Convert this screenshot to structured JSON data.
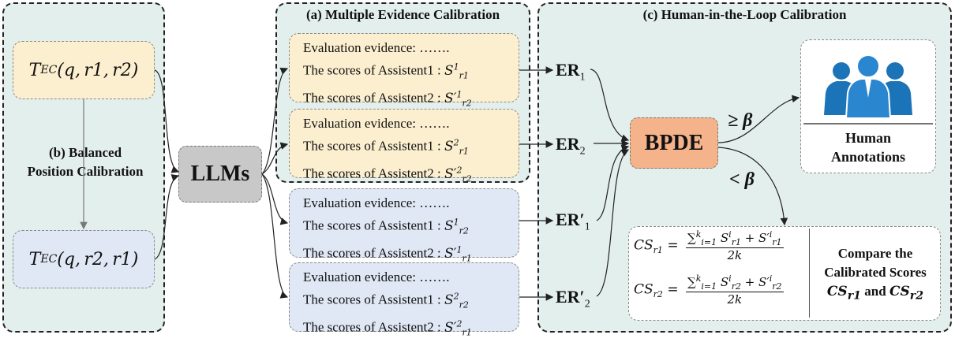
{
  "panels": {
    "a_title": "(a) Multiple Evidence Calibration",
    "b_title_line1": "(b) Balanced",
    "b_title_line2": "Position Calibration",
    "c_title": "(c) Human-in-the-Loop Calibration"
  },
  "templates": {
    "t1": "T_EC(q, r1, r2)",
    "t2": "T_EC(q, r2, r1)"
  },
  "llms_label": "LLMs",
  "bpde_label": "BPDE",
  "evidence_label": "Evaluation evidence: …….",
  "score_prefix_1": "The scores of Assistent1 : ",
  "score_prefix_2": "The scores of Assistent2 : ",
  "evidence_boxes": [
    {
      "s1": "S^1_r1",
      "s2": "S'^1_r2"
    },
    {
      "s1": "S^2_r1",
      "s2": "S'^2_r2"
    },
    {
      "s1": "S^1_r2",
      "s2": "S'^1_r1"
    },
    {
      "s1": "S^2_r2",
      "s2": "S'^2_r1"
    }
  ],
  "er_labels": [
    "ER_1",
    "ER_2",
    "ER'_1",
    "ER'_2"
  ],
  "thresholds": {
    "ge": "≥ β",
    "lt": "< β"
  },
  "human": {
    "line1": "Human",
    "line2": "Annotations"
  },
  "formulas": {
    "cs1": "CS_r1 = (Σ_{i=1}^{k} S^i_r1 + S'^i_r1) / 2k",
    "cs2": "CS_r2 = (Σ_{i=1}^{k} S^i_r2 + S'^i_r2) / 2k"
  },
  "compare": {
    "line1": "Compare the",
    "line2": "Calibrated Scores",
    "line3": "CS_r1 and CS_r2"
  },
  "colors": {
    "yellow": "#fcefd0",
    "blue": "#dfe8f4",
    "panel": "#e3efec",
    "llms": "#c8c8c8",
    "bpde": "#f5b38c",
    "people": "#1b73b8"
  }
}
